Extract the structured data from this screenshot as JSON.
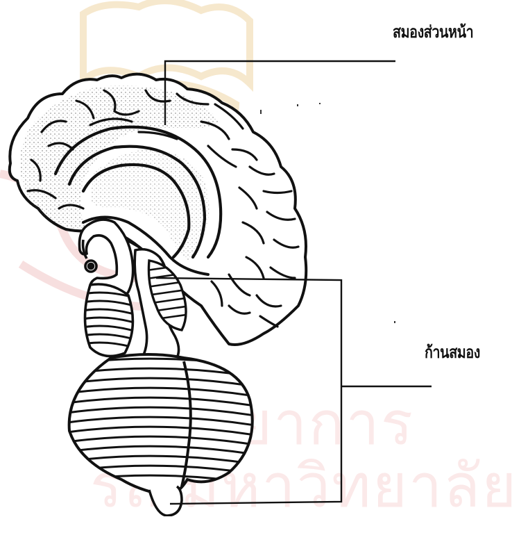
{
  "labels": {
    "forebrain": "สมองส่วนหน้า",
    "brainstem": "ก้านสมอง"
  },
  "watermark": {
    "line1": "ันวิทยาการ",
    "line2": "รณ์มหาวิทยาลัย"
  },
  "colors": {
    "ink": "#111111",
    "watermark": "#f7dede",
    "background": "#ffffff"
  }
}
